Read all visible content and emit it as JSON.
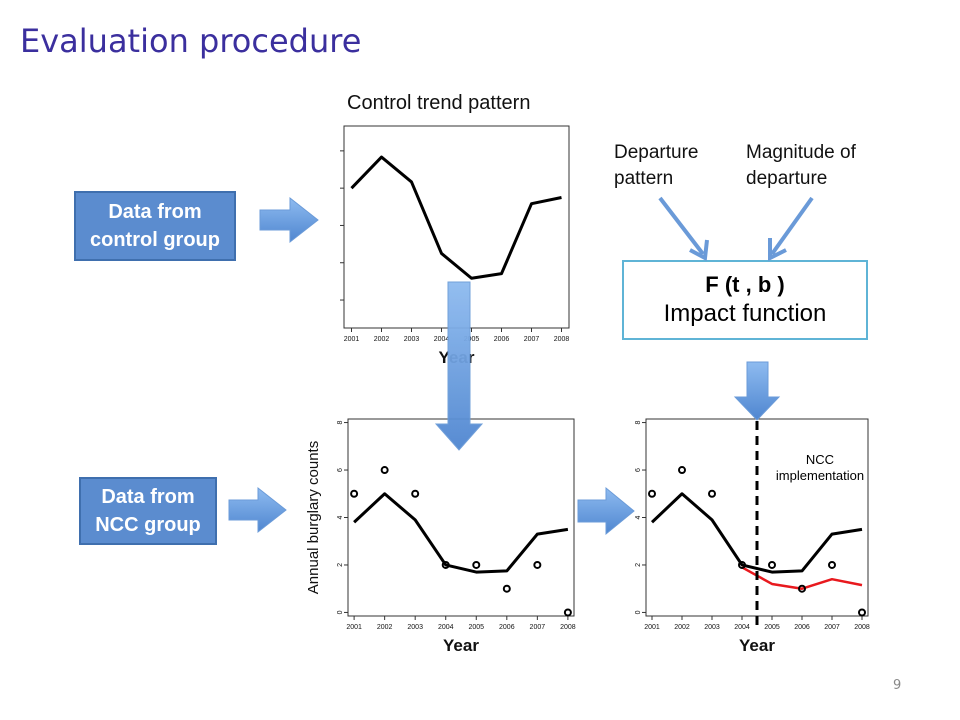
{
  "slide": {
    "title": "Evaluation procedure",
    "page_number": "9"
  },
  "boxes": {
    "control": {
      "line1": "Data from",
      "line2": "control group"
    },
    "ncc": {
      "line1": "Data from",
      "line2": "NCC group"
    }
  },
  "impact": {
    "formula": "F (t , b )",
    "label": "Impact function"
  },
  "labels": {
    "departure_pattern": {
      "line1": "Departure",
      "line2": "pattern"
    },
    "magnitude": {
      "line1": "Magnitude of",
      "line2": "departure"
    }
  },
  "colors": {
    "box_fill": "#5b8ccf",
    "arrow": "#6aa0e0",
    "impact_border": "#5fb4d6",
    "title": "#3b2f9e",
    "impact_line": "#e8191e"
  },
  "chart_data": [
    {
      "type": "line",
      "title": "Control trend pattern",
      "xlabel": "Year",
      "ylabel": "",
      "x": [
        2001,
        2002,
        2003,
        2004,
        2005,
        2006,
        2007,
        2008
      ],
      "series": [
        {
          "values": [
            4.5,
            5.5,
            4.7,
            2.4,
            1.6,
            1.75,
            4.0,
            4.2
          ]
        }
      ],
      "ylim": [
        0,
        6.5
      ]
    },
    {
      "type": "scatter",
      "title": "",
      "xlabel": "Year",
      "ylabel": "Annual burglary counts",
      "x": [
        2001,
        2002,
        2003,
        2004,
        2005,
        2006,
        2007,
        2008
      ],
      "y_ticks": [
        0,
        2,
        4,
        6,
        8
      ],
      "ylim": [
        0,
        8
      ],
      "series": [
        {
          "values": [
            5,
            6,
            5,
            2,
            2,
            1,
            2,
            0
          ]
        },
        {
          "values": [
            3.8,
            5.0,
            3.9,
            2.0,
            1.7,
            1.75,
            3.3,
            3.5
          ]
        }
      ]
    },
    {
      "type": "scatter",
      "title": "",
      "xlabel": "Year",
      "ylabel": "",
      "annotation": {
        "line1": "NCC",
        "line2": "implementation",
        "x": 2004.5
      },
      "x": [
        2001,
        2002,
        2003,
        2004,
        2005,
        2006,
        2007,
        2008
      ],
      "y_ticks": [
        0,
        2,
        4,
        6,
        8
      ],
      "ylim": [
        0,
        8
      ],
      "series": [
        {
          "values": [
            5,
            6,
            5,
            2,
            2,
            1,
            2,
            0
          ]
        },
        {
          "values": [
            3.8,
            5.0,
            3.9,
            2.0,
            1.7,
            1.75,
            3.3,
            3.5
          ]
        },
        {
          "x": [
            2004.0,
            2005,
            2006,
            2007,
            2008
          ],
          "values": [
            1.9,
            1.2,
            1.0,
            1.4,
            1.15
          ]
        }
      ]
    }
  ]
}
